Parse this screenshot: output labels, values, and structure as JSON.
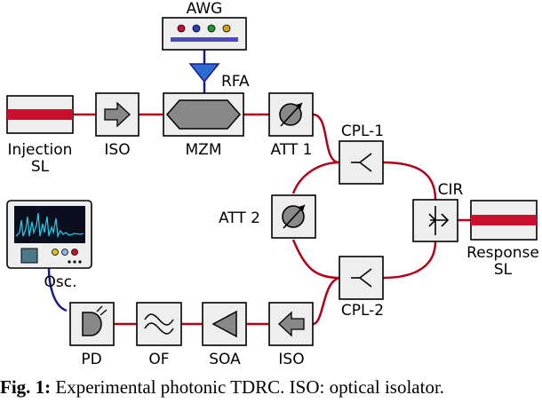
{
  "labels": {
    "awg": "AWG",
    "rfa": "RFA",
    "injection_sl_line1": "Injection",
    "injection_sl_line2": "SL",
    "iso_top": "ISO",
    "mzm": "MZM",
    "att1": "ATT 1",
    "cpl1": "CPL-1",
    "cir": "CIR",
    "response_sl_line1": "Response",
    "response_sl_line2": "SL",
    "att2": "ATT 2",
    "cpl2": "CPL-2",
    "osc": "Osc.",
    "pd": "PD",
    "of": "OF",
    "soa": "SOA",
    "iso_bottom": "ISO"
  },
  "caption": {
    "prefix": "Fig. 1:",
    "text": " Experimental photonic TDRC. ISO: optical isolator."
  },
  "colors": {
    "fiber": "#b0001a",
    "rf": "#1a1a8c",
    "box_fill": "#eeeeee",
    "laser_stripe": "#c8102e",
    "screen": "#0a0f20",
    "trace": "#20c8e0"
  }
}
